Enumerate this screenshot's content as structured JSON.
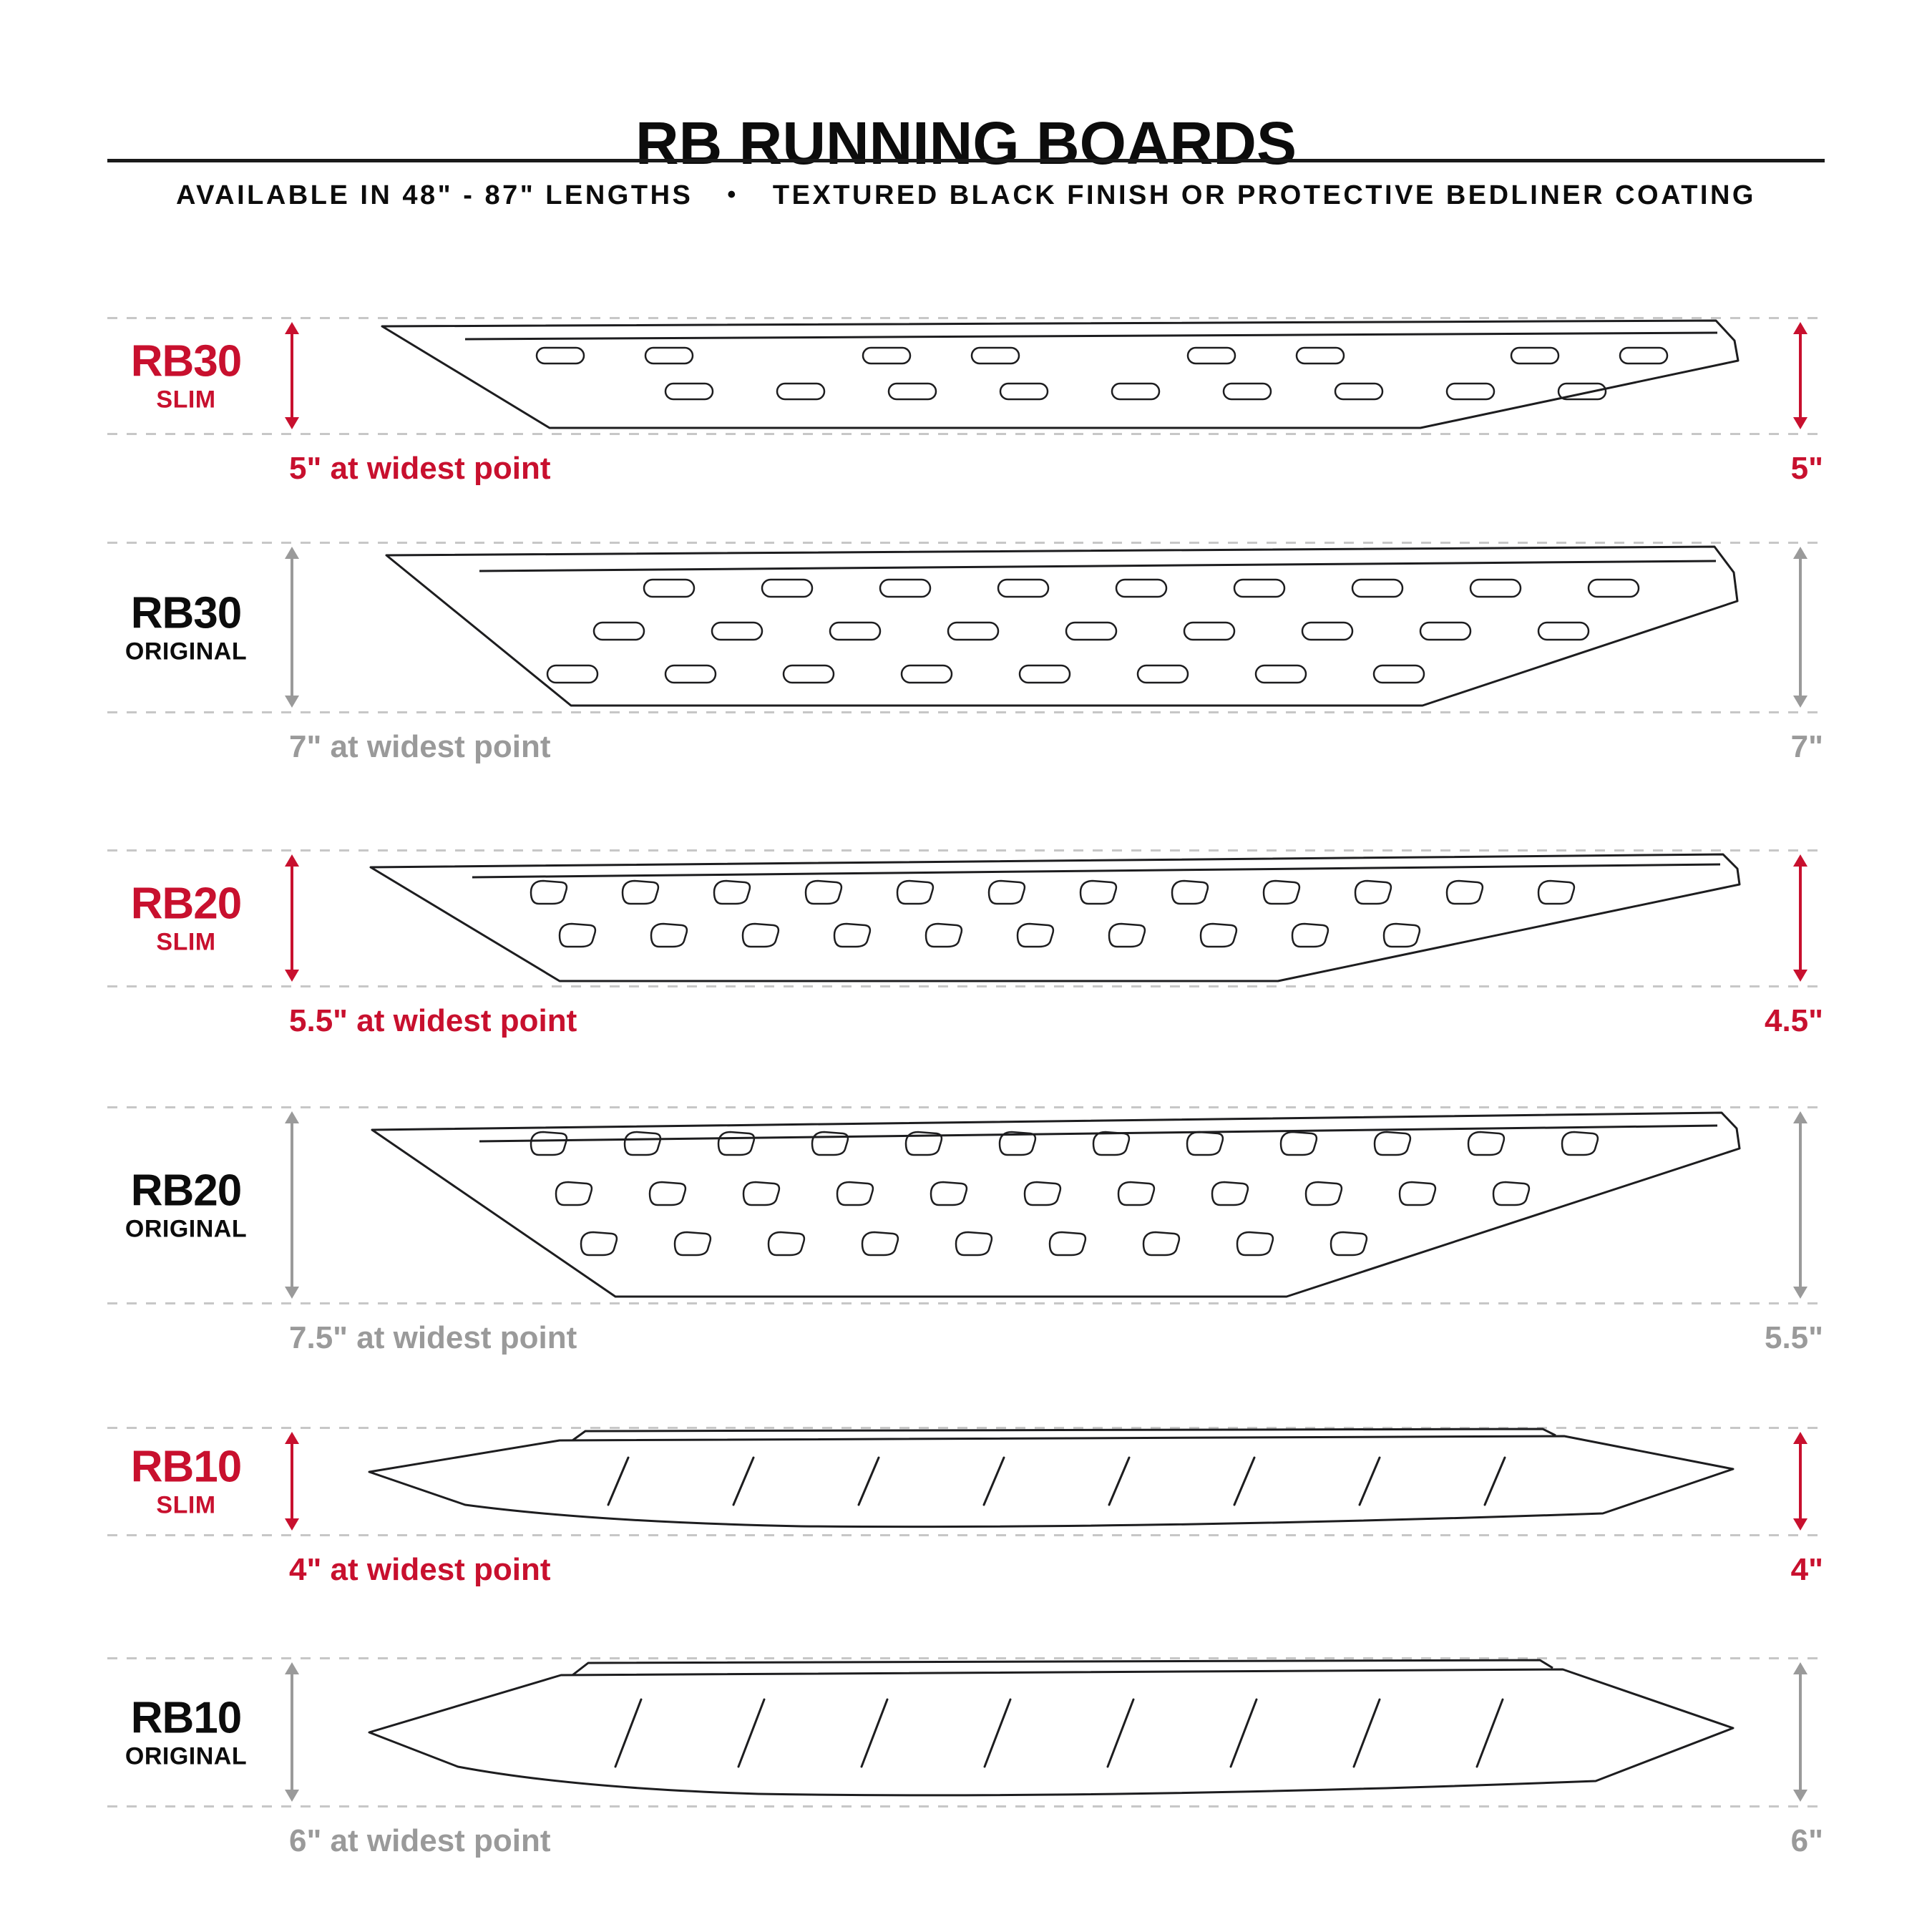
{
  "header": {
    "title": "RB RUNNING BOARDS",
    "subtitle_left": "AVAILABLE IN 48\" - 87\" LENGTHS",
    "subtitle_sep": "•",
    "subtitle_right": "TEXTURED BLACK FINISH OR PROTECTIVE BEDLINER COATING"
  },
  "colors": {
    "accent_red": "#C8102E",
    "neutral_gray": "#9A9A9A",
    "ink": "#111111"
  },
  "rows": [
    {
      "model": "RB30",
      "variant": "SLIM",
      "theme": "red",
      "widest_label": "5\" at widest point",
      "height_label": "5\""
    },
    {
      "model": "RB30",
      "variant": "ORIGINAL",
      "theme": "gray",
      "widest_label": "7\" at widest point",
      "height_label": "7\""
    },
    {
      "model": "RB20",
      "variant": "SLIM",
      "theme": "red",
      "widest_label": "5.5\" at widest point",
      "height_label": "4.5\""
    },
    {
      "model": "RB20",
      "variant": "ORIGINAL",
      "theme": "gray",
      "widest_label": "7.5\" at widest point",
      "height_label": "5.5\""
    },
    {
      "model": "RB10",
      "variant": "SLIM",
      "theme": "red",
      "widest_label": "4\" at widest point",
      "height_label": "4\""
    },
    {
      "model": "RB10",
      "variant": "ORIGINAL",
      "theme": "gray",
      "widest_label": "6\" at widest point",
      "height_label": "6\""
    }
  ]
}
